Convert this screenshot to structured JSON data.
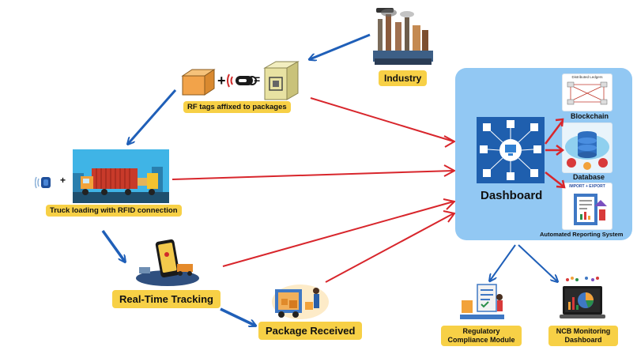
{
  "nodes": {
    "industry": "Industry",
    "rf_tags": "RF tags affixed to packages",
    "truck": "Truck loading with RFID connection",
    "tracking": "Real-Time Tracking",
    "received": "Package Received",
    "compliance": "Regulatory Compliance Module",
    "ncb": "NCB Monitoring Dashboard"
  },
  "dashboard": {
    "title": "Dashboard",
    "blockchain": "Blockchain",
    "blockchain_card": "Distributed Ledgers",
    "database": "Database",
    "reporting": "Automated Reporting System",
    "reporting_card": "IMPORT + EXPORT"
  },
  "symbols": {
    "plus": "+",
    "equals": "="
  },
  "colors": {
    "label_bg": "#f7d046",
    "panel_bg": "#92c8f3",
    "blue_arrow": "#1f5fb8",
    "red_arrow": "#d8262c"
  }
}
